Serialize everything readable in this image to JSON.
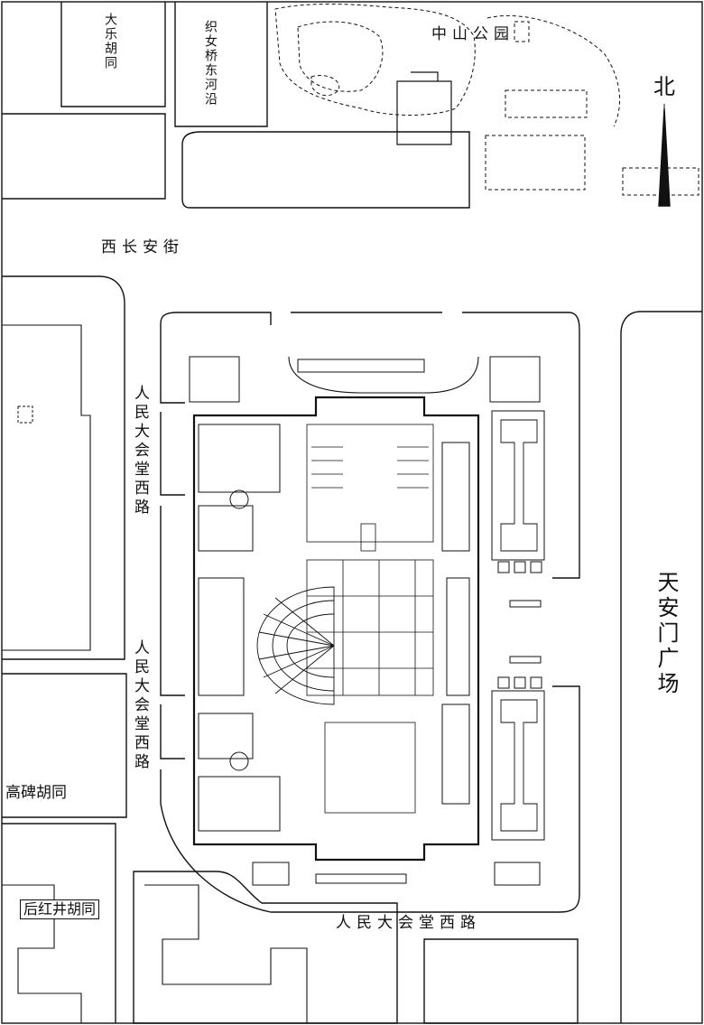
{
  "map": {
    "north_label": "北",
    "labels": {
      "dale_hutong": "大乐胡同",
      "zhinuqiao_dongheyan": "织女桥东河沿",
      "zhongshan_park": "中山公园",
      "xichangan_street": "西长安街",
      "tiananmen_square": "天安门广场",
      "rendahuitang_xilu_upper": "人民大会堂西路",
      "rendahuitang_xilu_middle": "人民大会堂西路",
      "rendahuitang_xilu_bottom": "人民大会堂西路",
      "gaobei_hutong": "高碑胡同",
      "houhongjing_hutong": "后红井胡同"
    }
  }
}
